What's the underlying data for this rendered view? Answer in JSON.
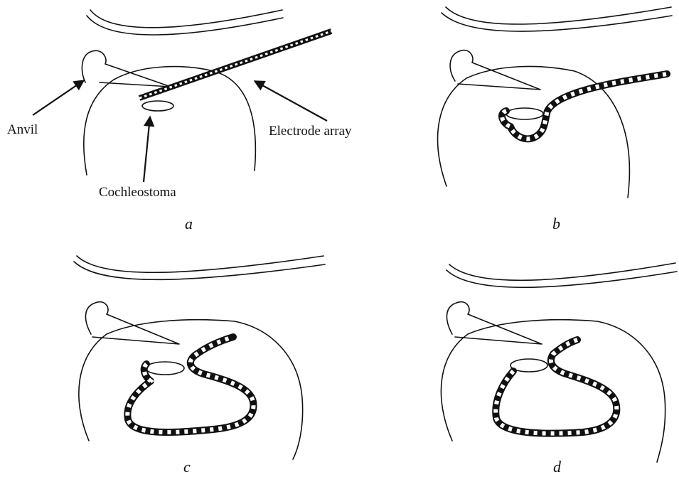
{
  "labels": {
    "anvil": "Anvil",
    "electrode_array": "Electrode array",
    "cochleostoma": "Cochleostoma"
  },
  "captions": {
    "a": "a",
    "b": "b",
    "c": "c",
    "d": "d"
  },
  "colors": {
    "ink": "#111111",
    "background": "#ffffff"
  }
}
